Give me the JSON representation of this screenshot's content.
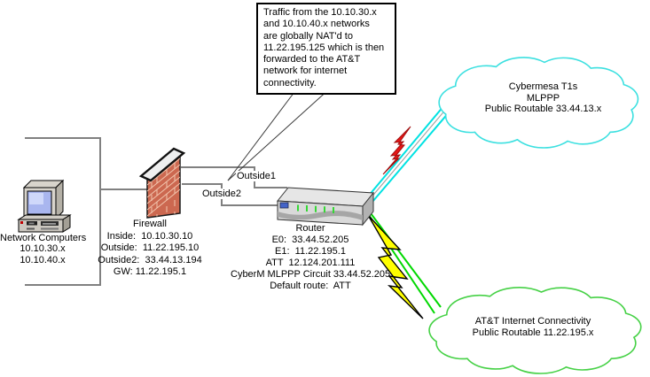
{
  "callout": {
    "lines": [
      "Traffic from the 10.10.30.x",
      "and 10.10.40.x networks",
      "are globally NAT'd to",
      "11.22.195.125 which is then",
      "forwarded to the AT&T",
      "network for internet",
      "connectivity."
    ]
  },
  "computers": {
    "title": "Network Computers",
    "subnet1": "10.10.30.x",
    "subnet2": "10.10.40.x"
  },
  "firewall": {
    "title": "Firewall",
    "info": [
      "Inside:  10.10.30.10",
      "Outside:  11.22.195.10",
      "Outside2:  33.44.13.194",
      "GW: 11.22.195.1"
    ]
  },
  "router": {
    "title": "Router",
    "info": [
      "E0:  33.44.52.205",
      "E1:  11.22.195.1",
      "ATT  12.124.201.111",
      "CyberM MLPPP Circuit 33.44.52.205",
      "Default route:  ATT"
    ]
  },
  "interfaces": {
    "outside1": "Outside1",
    "outside2": "Outside2"
  },
  "clouds": {
    "cybermesa": {
      "line1": "Cybermesa T1s",
      "line2": "MLPPP",
      "line3": "Public Routable 33.44.13.x"
    },
    "att": {
      "line1": "AT&T Internet Connectivity",
      "line2": "Public Routable 11.22.195.x"
    }
  },
  "colors": {
    "line_gray": "#808080",
    "pointer_black": "#3a3a3a",
    "cyan_link": "#00e2e2",
    "green_link": "#00d800",
    "red_bolt": "#e81616",
    "yellow_bolt": "#ffff00",
    "cybermesa_cloud": "#3ce0e0",
    "att_cloud": "#46d146",
    "brick": "#cc6850"
  }
}
